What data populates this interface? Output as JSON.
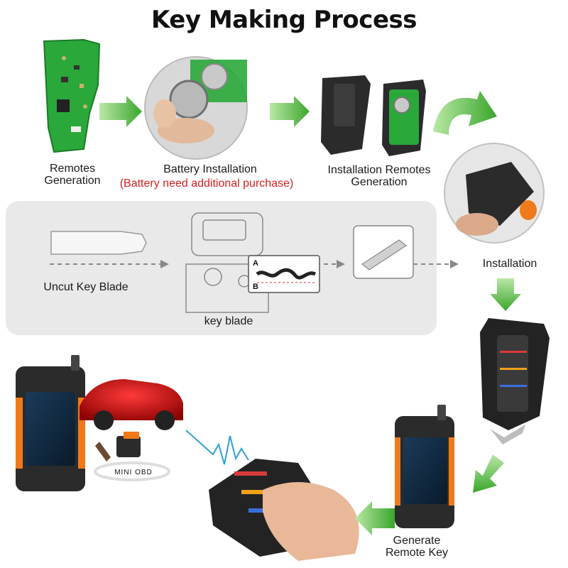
{
  "title": "Key Making Process",
  "steps": {
    "remotes_generation": "Remotes\nGeneration",
    "battery_installation": "Battery Installation",
    "battery_note": "(Battery need additional purchase)",
    "installation_remotes_generation": "Installation Remotes\nGeneration",
    "installation": "Installation",
    "uncut_key_blade": "Uncut Key  Blade",
    "key_blade": "key blade",
    "generate_remote_key": "Generate\nRemote Key"
  },
  "machine_labels": {
    "a": "A",
    "b": "B"
  },
  "mini_obd_label": "MINI OBD",
  "colors": {
    "arrow_green": "#5ec24a",
    "pcb_green": "#2aa83a",
    "battery_note_red": "#d62020",
    "panel_gray": "#e9e9e9",
    "fob_dark": "#2b2b2b",
    "accent_orange": "#f07a1a"
  }
}
